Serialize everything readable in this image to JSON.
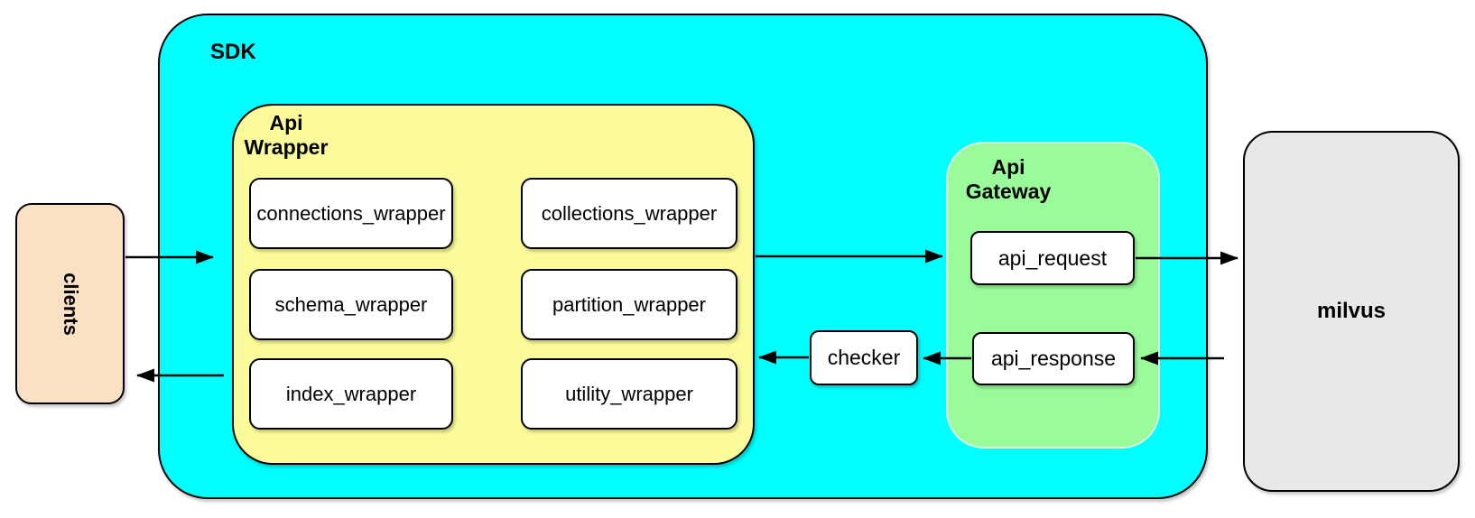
{
  "colors": {
    "sdk_fill": "#00ffff",
    "api_wrapper_fill": "#fbfb9b",
    "api_gateway_fill": "#99fb99",
    "clients_fill": "#fae1c4",
    "milvus_fill": "#e8e8e8",
    "leaf_fill": "#ffffff",
    "line": "#000000"
  },
  "diagram": {
    "clients": {
      "label": "clients"
    },
    "sdk": {
      "label": "SDK",
      "api_wrapper": {
        "label_line1": "Api",
        "label_line2": "Wrapper",
        "boxes": [
          {
            "label": "connections_wrapper"
          },
          {
            "label": "collections_wrapper"
          },
          {
            "label": "schema_wrapper"
          },
          {
            "label": "partition_wrapper"
          },
          {
            "label": "index_wrapper"
          },
          {
            "label": "utility_wrapper"
          }
        ]
      },
      "checker": {
        "label": "checker"
      },
      "api_gateway": {
        "label_line1": "Api",
        "label_line2": "Gateway",
        "boxes": [
          {
            "label": "api_request"
          },
          {
            "label": "api_response"
          }
        ]
      }
    },
    "milvus": {
      "label": "milvus"
    },
    "arrows": [
      {
        "from": "clients",
        "to": "sdk-api-wrapper"
      },
      {
        "from": "sdk-api-wrapper",
        "to": "clients"
      },
      {
        "from": "api-wrapper",
        "to": "api-gateway"
      },
      {
        "from": "checker",
        "to": "api-wrapper"
      },
      {
        "from": "api_response",
        "to": "checker"
      },
      {
        "from": "api_request",
        "to": "milvus"
      },
      {
        "from": "milvus",
        "to": "api_response"
      }
    ]
  }
}
